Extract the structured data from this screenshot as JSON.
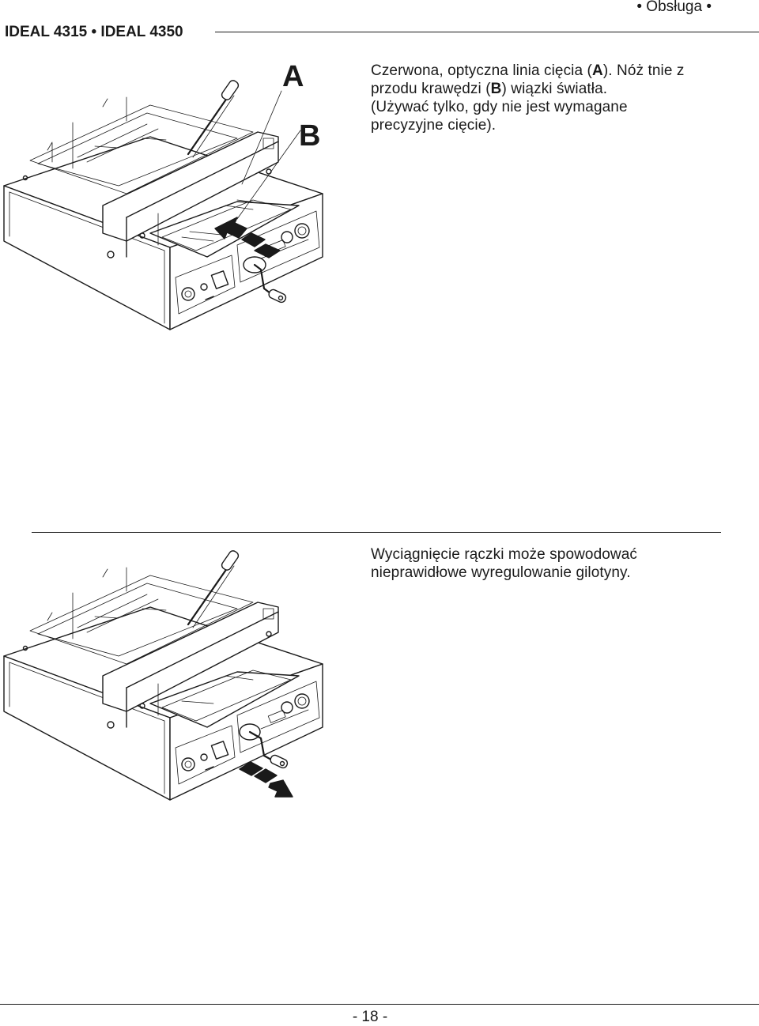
{
  "header": {
    "section": "• Obsługa •",
    "product": "IDEAL 4315 • IDEAL 4350"
  },
  "figure1": {
    "callout_a": "A",
    "callout_b": "B"
  },
  "text1": {
    "line1_pre": "Czerwona, optyczna linia cięcia (",
    "line1_bold": "A",
    "line1_post": "). Nóż tnie z",
    "line2_pre": "przodu krawędzi (",
    "line2_bold": "B",
    "line2_post": ") wiązki światła.",
    "line3": "(Używać tylko, gdy nie jest wymagane",
    "line4": "precyzyjne cięcie)."
  },
  "text2": {
    "line1": "Wyciągnięcie rączki może spowodować",
    "line2": "nieprawidłowe wyregulowanie gilotyny."
  },
  "footer": {
    "page_number": "- 18 -"
  }
}
